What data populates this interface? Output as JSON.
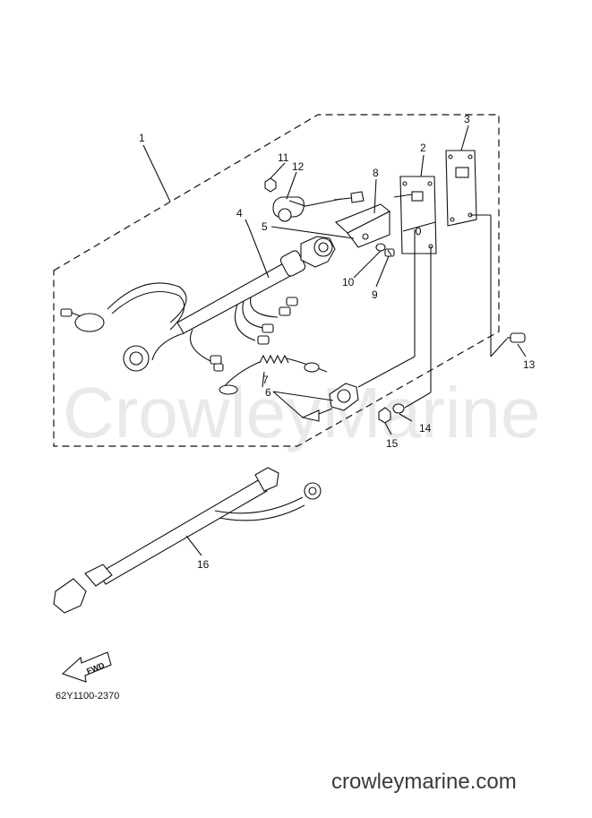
{
  "watermark": "CrowleyMarine",
  "site_name": "crowleymarine.com",
  "part_code": "62Y1100-2370",
  "fwd_label": "FWD",
  "callouts": {
    "c1": "1",
    "c2": "2",
    "c3": "3",
    "c4": "4",
    "c5": "5",
    "c6": "6",
    "c7": "7",
    "c8": "8",
    "c9": "9",
    "c10": "10",
    "c11": "11",
    "c12": "12",
    "c13": "13",
    "c14": "14",
    "c15": "15",
    "c16": "16"
  }
}
